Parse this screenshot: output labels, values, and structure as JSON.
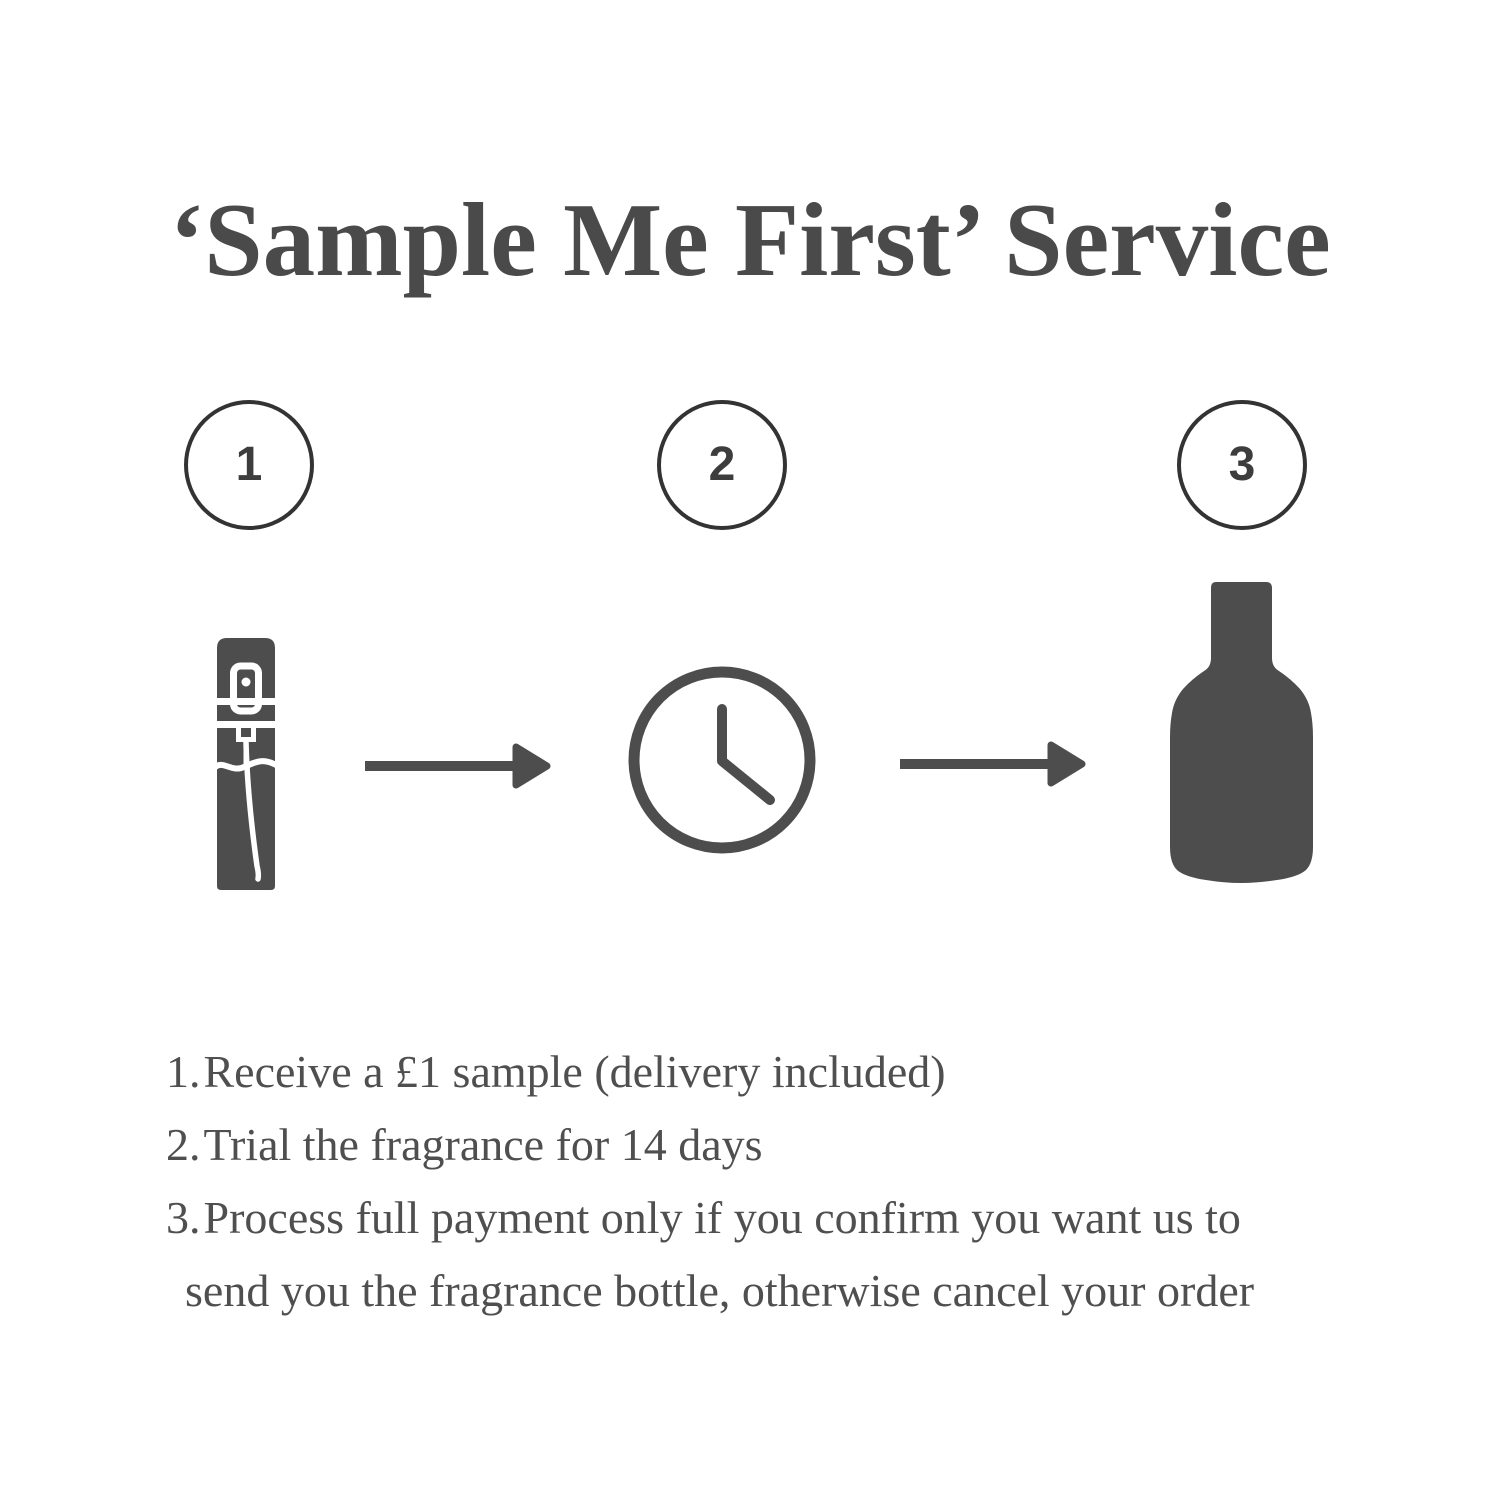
{
  "title": "‘Sample Me First’ Service",
  "steps": [
    {
      "number": "1",
      "icon": "sample-vial"
    },
    {
      "number": "2",
      "icon": "clock"
    },
    {
      "number": "3",
      "icon": "perfume-bottle"
    }
  ],
  "instructions": [
    {
      "number": "1.",
      "lines": [
        "Receive a £1 sample (delivery included)"
      ]
    },
    {
      "number": "2.",
      "lines": [
        "Trial the fragrance for 14 days"
      ]
    },
    {
      "number": "3.",
      "lines": [
        "Process full payment only if you confirm you want us to",
        "send you the fragrance bottle, otherwise cancel your order"
      ]
    }
  ],
  "colors": {
    "background": "#ffffff",
    "title": "#4a4a4a",
    "text": "#4f4f4f",
    "icon": "#4d4d4d",
    "circle_stroke": "#333333",
    "step_number": "#3d3d3d"
  }
}
